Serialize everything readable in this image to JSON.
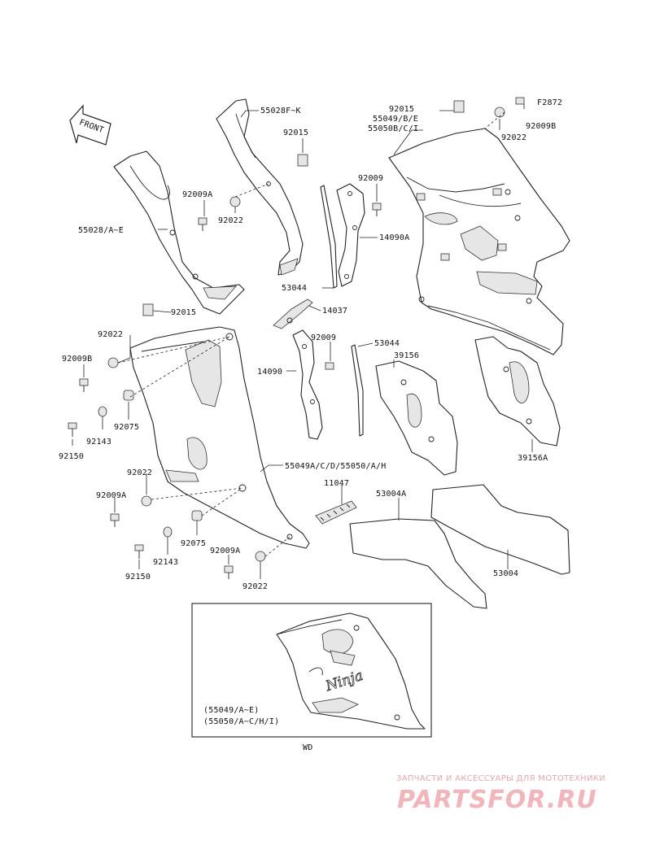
{
  "figure_code": "F2872",
  "front_label": "FRONT",
  "labels": {
    "p55028fk": "55028F~K",
    "p92015_a": "92015",
    "p92009a_a": "92009A",
    "p92022_a": "92022",
    "p55028ae": "55028/A~E",
    "p92015_b": "92015",
    "p55049be": "55049/B/E",
    "p55050bci": "55050B/C/I",
    "p92009b_a": "92009B",
    "p92022_b": "92022",
    "p92009_a": "92009",
    "p14090a": "14090A",
    "p53044_a": "53044",
    "p14037": "14037",
    "p92015_c": "92015",
    "p92022_c": "92022",
    "p92009b_b": "92009B",
    "p92009_b": "92009",
    "p53044_b": "53044",
    "p39156": "39156",
    "p14090": "14090",
    "p92075_a": "92075",
    "p92143_a": "92143",
    "p92150_a": "92150",
    "p39156a": "39156A",
    "p55049acd": "55049A/C/D/55050/A/H",
    "p92022_d": "92022",
    "p92009a_b": "92009A",
    "p11047": "11047",
    "p53004a": "53004A",
    "p92075_b": "92075",
    "p92143_b": "92143",
    "p92009a_c": "92009A",
    "p92150_b": "92150",
    "p53004": "53004",
    "p92022_e": "92022"
  },
  "inset": {
    "line1": "(55049/A~E)",
    "line2": "(55050/A~C/H/I)",
    "caption": "WD",
    "logo_text": "Ninja"
  },
  "watermark": {
    "tagline": "ЗАПЧАСТИ И АКСЕССУАРЫ ДЛЯ МОТОТЕХНИКИ",
    "brand": "PARTSFOR.RU"
  }
}
